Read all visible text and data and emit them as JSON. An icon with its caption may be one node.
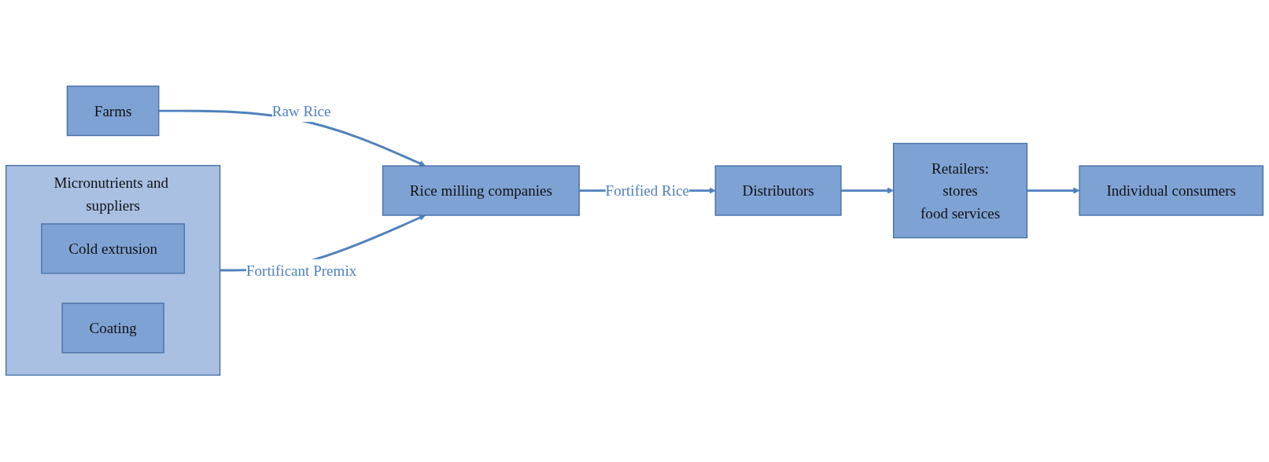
{
  "diagram": {
    "nodes": [
      {
        "text": [
          "Micronutrients and suppliers"
        ]
      },
      {
        "text": [
          "Cold extrusion"
        ],
        "in": 0
      },
      {
        "text": [
          "Coating"
        ],
        "in": 0
      },
      {
        "text": [
          "Farms"
        ]
      },
      {
        "text": [
          "Rice milling companies"
        ]
      },
      {
        "text": [
          "Distributors"
        ]
      },
      {
        "text": [
          "Retailers:",
          "stores",
          "food services"
        ]
      },
      {
        "text": [
          "Individual consumers"
        ]
      }
    ],
    "edges": [
      {
        "from": 0,
        "to": 4,
        "arrow": "to",
        "label": "Fortificant Premix"
      },
      {
        "from": 3,
        "to": 4,
        "arrow": "to",
        "label": "Raw Rice"
      },
      {
        "from": 4,
        "to": 5,
        "arrow": "to",
        "label": "Fortified Rice"
      },
      {
        "from": 5,
        "to": 6,
        "arrow": "to"
      },
      {
        "from": 6,
        "to": 7,
        "arrow": "to"
      }
    ]
  }
}
